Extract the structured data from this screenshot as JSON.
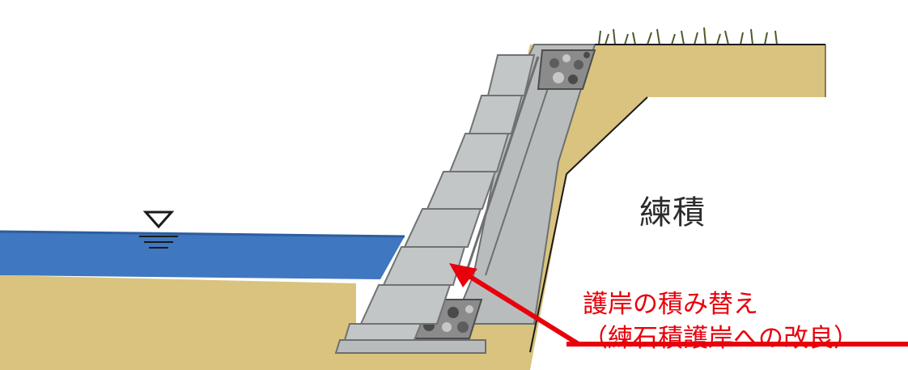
{
  "labels": {
    "method": "練積",
    "annotation_line1": "護岸の積み替え",
    "annotation_line2": "（練石積護岸への改良）"
  },
  "symbols": {
    "water_level": "water-level-triangle"
  },
  "colors": {
    "soil": "#d9c37e",
    "water": "#3f78c0",
    "concrete": "#b9bcbd",
    "concrete_dark": "#8e9192",
    "gravel": "#6f6f6f",
    "grass": "#4d5a2a",
    "accent_red": "#e8000b",
    "text": "#2b2b2b"
  }
}
